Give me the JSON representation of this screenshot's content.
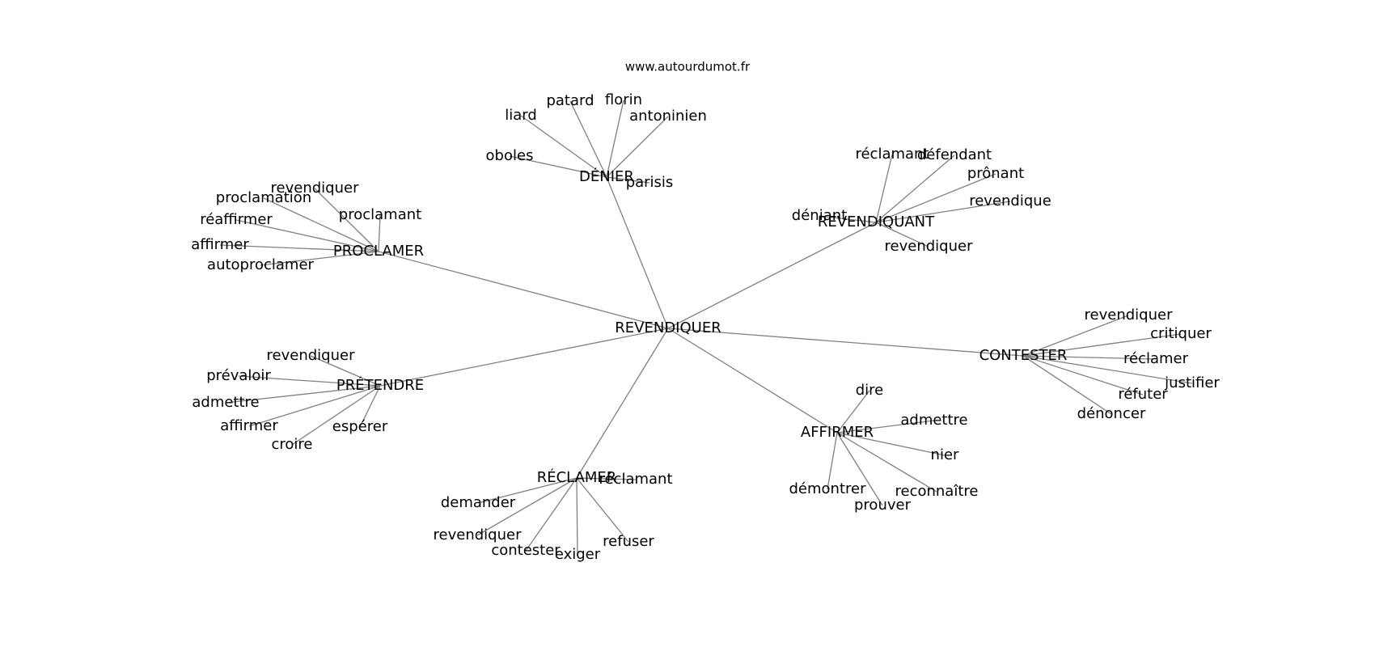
{
  "site_label": "www.autourdumot.fr",
  "center": "REVENDIQUER",
  "groups": [
    {
      "label": "DÉNIER",
      "words": [
        "liard",
        "patard",
        "florin",
        "antoninien",
        "oboles",
        "parisis"
      ]
    },
    {
      "label": "REVENDIQUANT",
      "words": [
        "réclamant",
        "défendant",
        "prônant",
        "revendique",
        "déniant",
        "revendiquer"
      ]
    },
    {
      "label": "PROCLAMER",
      "words": [
        "revendiquer",
        "proclamation",
        "proclamant",
        "réaffirmer",
        "affirmer",
        "autoproclamer"
      ]
    },
    {
      "label": "CONTESTER",
      "words": [
        "revendiquer",
        "critiquer",
        "réclamer",
        "justifier",
        "réfuter",
        "dénoncer"
      ]
    },
    {
      "label": "PRÉTENDRE",
      "words": [
        "revendiquer",
        "prévaloir",
        "admettre",
        "affirmer",
        "croire",
        "espérer"
      ]
    },
    {
      "label": "AFFIRMER",
      "words": [
        "dire",
        "admettre",
        "nier",
        "démontrer",
        "reconnaître",
        "prouver"
      ]
    },
    {
      "label": "RÉCLAMER",
      "words": [
        "réclamant",
        "demander",
        "revendiquer",
        "contester",
        "exiger",
        "refuser"
      ]
    }
  ]
}
